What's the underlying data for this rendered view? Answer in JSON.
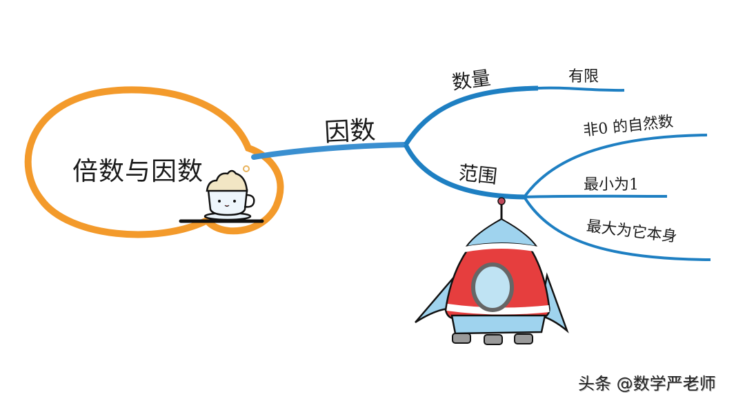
{
  "diagram": {
    "type": "mind-map",
    "root": {
      "label": "倍数与因数",
      "border_color": "#F39A2B"
    },
    "branch_color": "#1E7FC2",
    "nodes": [
      {
        "id": "yinshu",
        "label": "因数",
        "parent": "root"
      },
      {
        "id": "shuliang",
        "label": "数量",
        "parent": "yinshu"
      },
      {
        "id": "youxian",
        "label": "有限",
        "parent": "shuliang"
      },
      {
        "id": "fanwei",
        "label": "范围",
        "parent": "yinshu"
      },
      {
        "id": "fei0",
        "label": "非0 的自然数",
        "parent": "fanwei"
      },
      {
        "id": "zuixiao",
        "label": "最小为1",
        "parent": "fanwei"
      },
      {
        "id": "zuida",
        "label": "最大为它本身",
        "parent": "fanwei"
      }
    ],
    "decorations": [
      "coffee-cup-illustration",
      "rocket-illustration"
    ]
  },
  "watermark": "头条 @数学严老师"
}
